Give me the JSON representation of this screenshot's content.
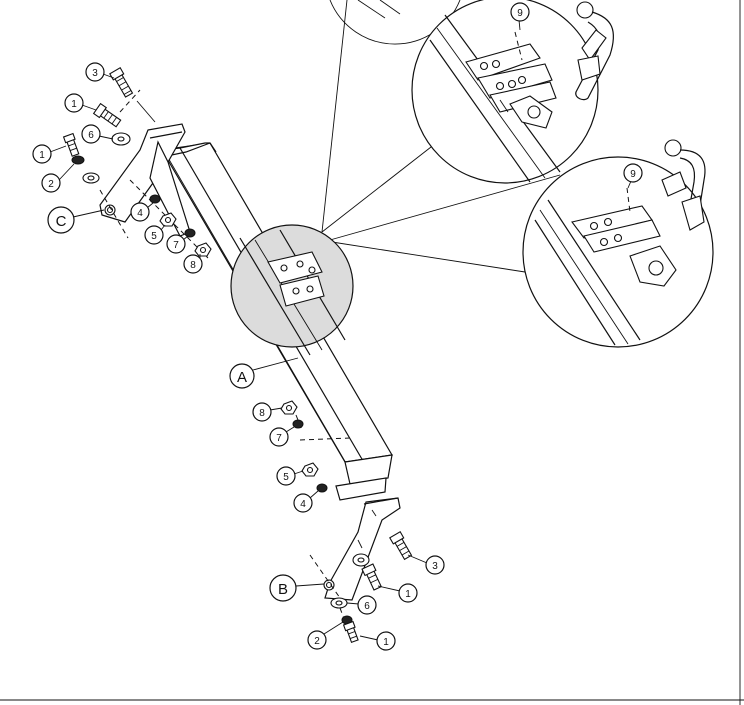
{
  "diagram": {
    "assembly_labels": {
      "a": "A",
      "b": "B",
      "c": "C"
    },
    "part_numbers": {
      "n1": "1",
      "n2": "2",
      "n3": "3",
      "n4": "4",
      "n5": "5",
      "n6": "6",
      "n7": "7",
      "n8": "8",
      "n9": "9"
    },
    "icons": [
      "hex-bolt-icon",
      "washer-icon",
      "lock-washer-icon",
      "hex-nut-icon",
      "tow-ball-icon",
      "socket-plate-icon"
    ]
  }
}
